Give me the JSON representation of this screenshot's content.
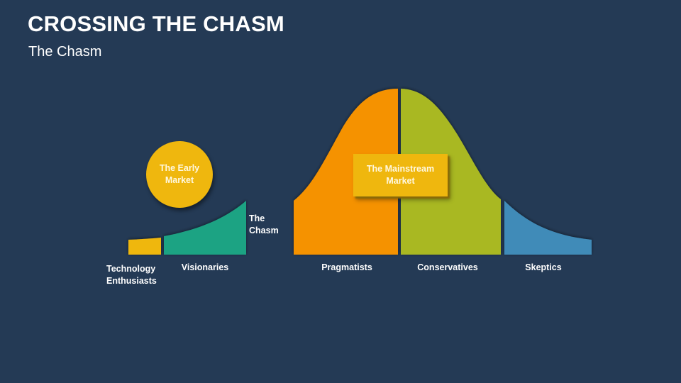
{
  "header": {
    "title": "CROSSING THE CHASM",
    "subtitle": "The Chasm"
  },
  "callouts": {
    "early_market": "The Early Market",
    "mainstream_market": "The Mainstream Market",
    "chasm": "The Chasm"
  },
  "segments": [
    {
      "id": "technology-enthusiasts",
      "label": "Technology Enthusiasts",
      "color": "#efb70e"
    },
    {
      "id": "visionaries",
      "label": "Visionaries",
      "color": "#1fa383"
    },
    {
      "id": "pragmatists",
      "label": "Pragmatists",
      "color": "#f59200"
    },
    {
      "id": "conservatives",
      "label": "Conservatives",
      "color": "#a9b824"
    },
    {
      "id": "skeptics",
      "label": "Skeptics",
      "color": "#418bb8"
    }
  ],
  "colors": {
    "background": "#243a55",
    "text": "#ffffff"
  }
}
